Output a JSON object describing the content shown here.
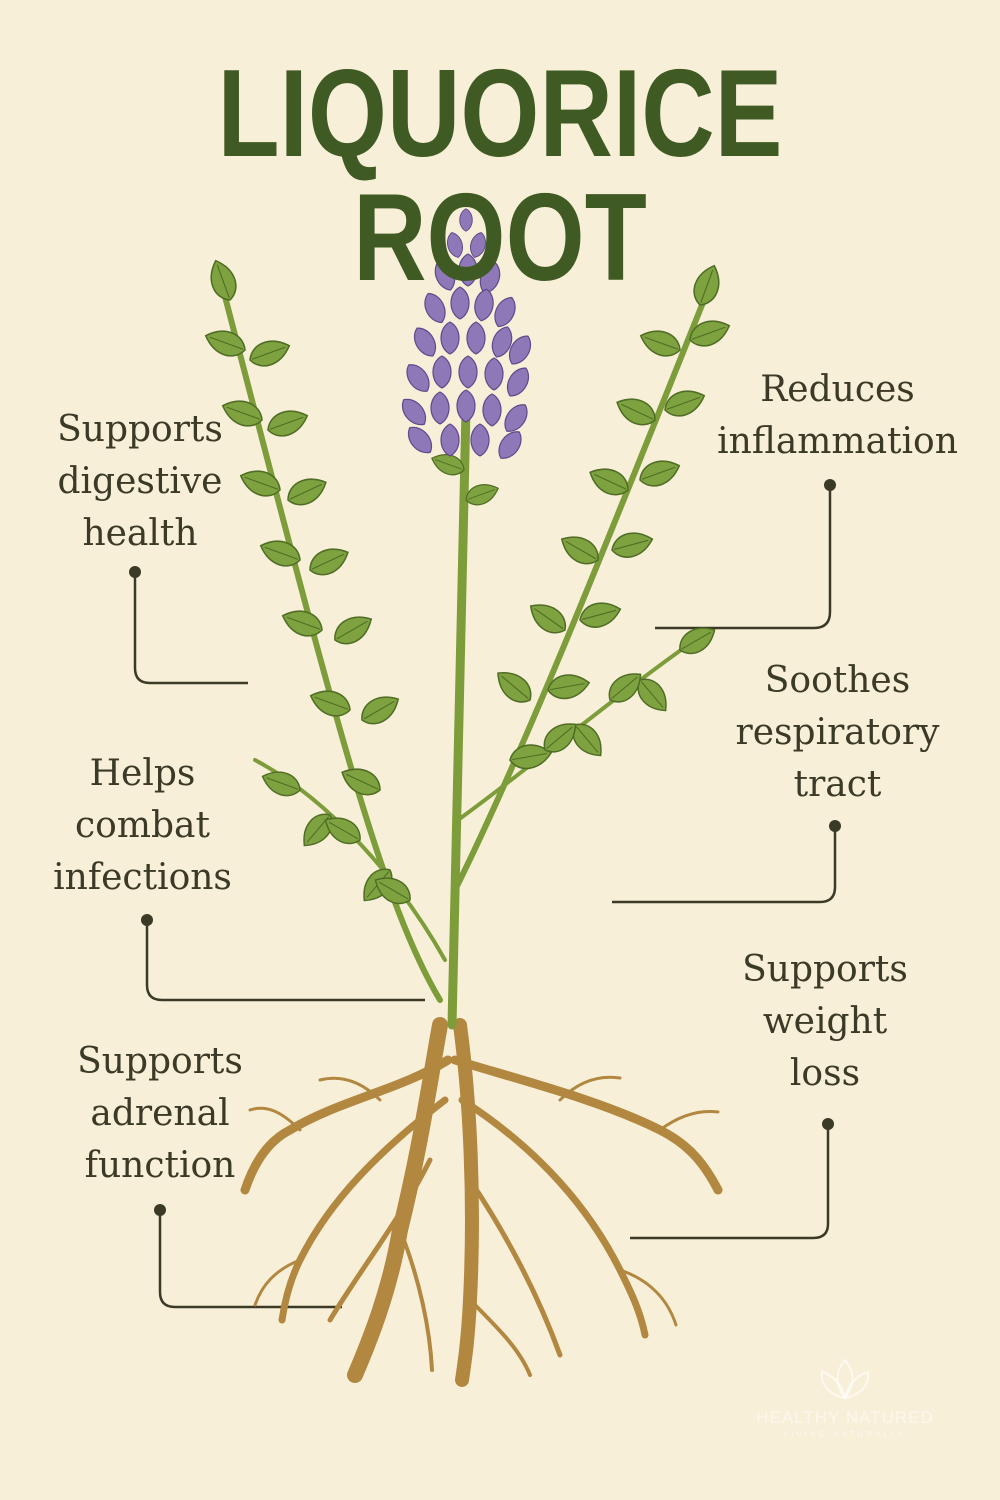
{
  "title": "LIQUORICE ROOT",
  "benefits": {
    "digestive": [
      "Supports",
      "digestive",
      "health"
    ],
    "inflammation": [
      "Reduces",
      "inflammation"
    ],
    "respiratory": [
      "Soothes",
      "respiratory",
      "tract"
    ],
    "infections": [
      "Helps",
      "combat",
      "infections"
    ],
    "weight": [
      "Supports",
      "weight",
      "loss"
    ],
    "adrenal": [
      "Supports",
      "adrenal",
      "function"
    ]
  },
  "watermark": {
    "line1": "HEALTHY NATURED",
    "line2": "LIVING NATURALLY",
    "icon": "lotus-icon"
  },
  "colors": {
    "background": "#f8efd9",
    "title": "#3f5a23",
    "leaf": "#7ea23f",
    "stem": "#7d9c3a",
    "flower": "#8f78b8",
    "root": "#b2873f",
    "callout_line": "#3a3a26"
  }
}
